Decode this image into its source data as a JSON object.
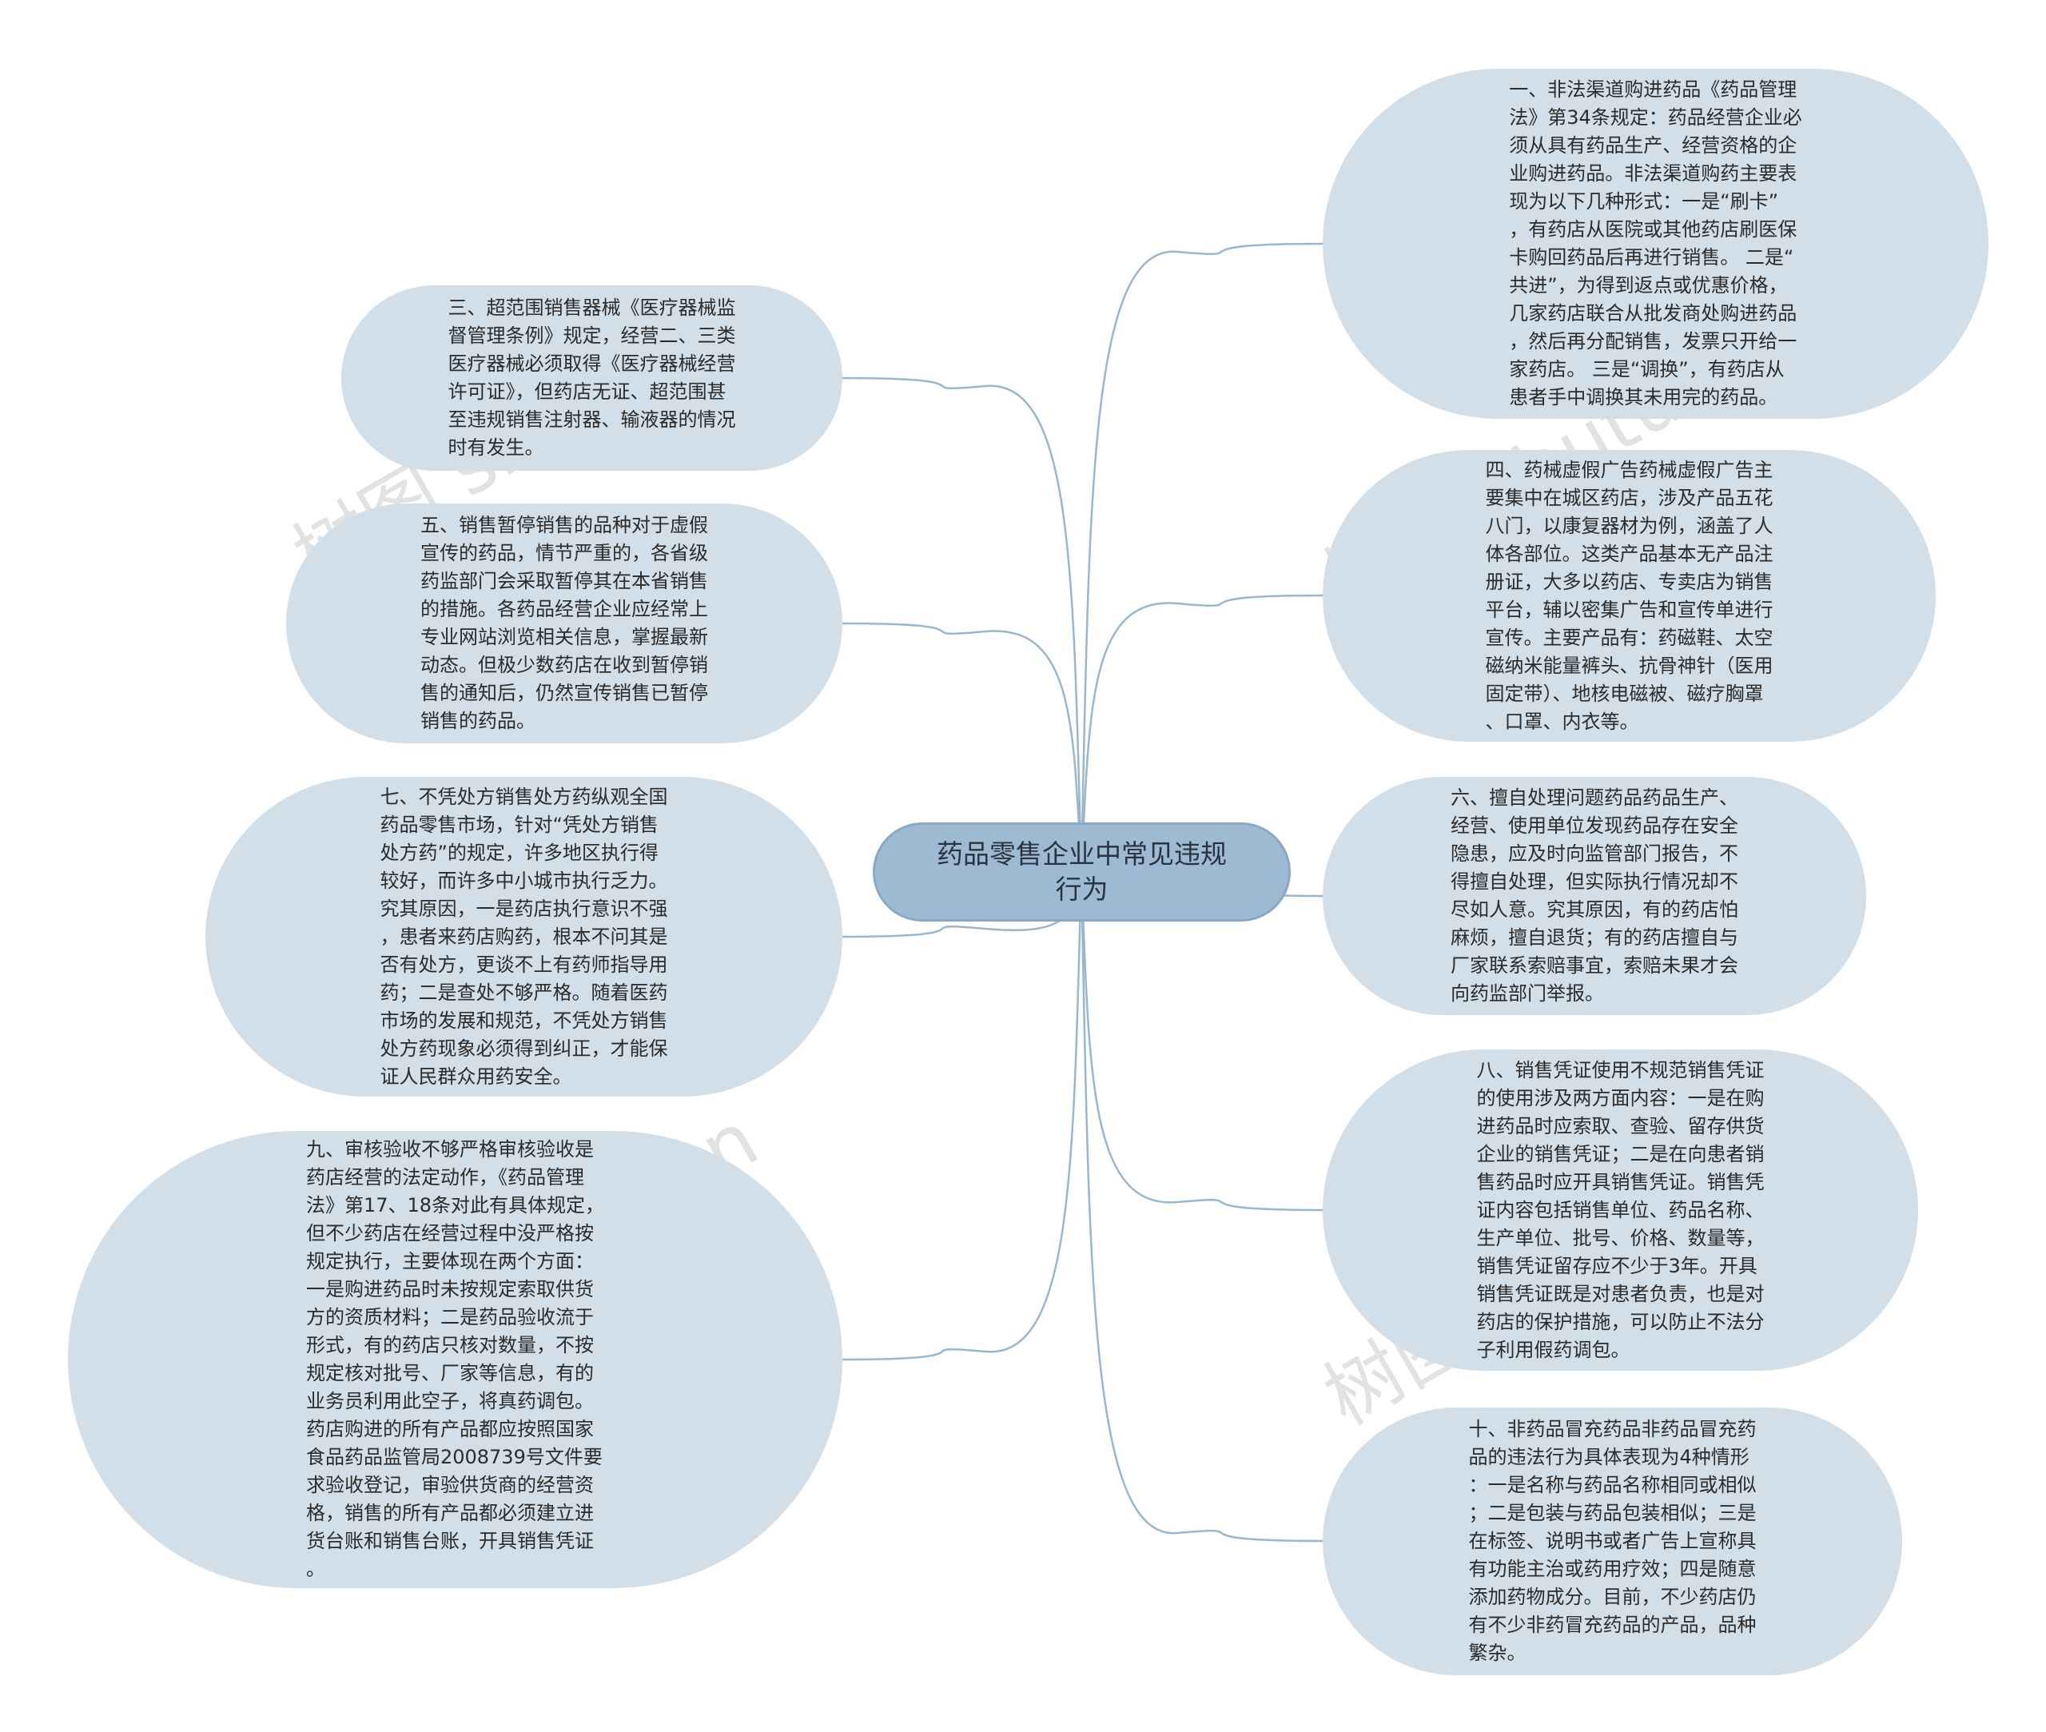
{
  "center": {
    "title": "药品零售企业中常见违规\n行为"
  },
  "nodes": [
    {
      "id": "n1",
      "text": "一、非法渠道购进药品《药品管理\n法》第34条规定：药品经营企业必\n须从具有药品生产、经营资格的企\n业购进药品。非法渠道购药主要表\n现为以下几种形式：一是“刷卡”\n，有药店从医院或其他药店刷医保\n卡购回药品后再进行销售。 二是“\n共进”，为得到返点或优惠价格，\n几家药店联合从批发商处购进药品\n，然后再分配销售，发票只开给一\n家药店。 三是“调换”，有药店从\n患者手中调换其未用完的药品。"
    },
    {
      "id": "n3",
      "text": "三、超范围销售器械《医疗器械监\n督管理条例》规定，经营二、三类\n医疗器械必须取得《医疗器械经营\n许可证》，但药店无证、超范围甚\n至违规销售注射器、输液器的情况\n时有发生。"
    },
    {
      "id": "n4",
      "text": "四、药械虚假广告药械虚假广告主\n要集中在城区药店，涉及产品五花\n八门，以康复器材为例，涵盖了人\n体各部位。这类产品基本无产品注\n册证，大多以药店、专卖店为销售\n平台，辅以密集广告和宣传单进行\n宣传。主要产品有：药磁鞋、太空\n磁纳米能量裤头、抗骨神针（医用\n固定带）、地核电磁被、磁疗胸罩\n、口罩、内衣等。"
    },
    {
      "id": "n5",
      "text": "五、销售暂停销售的品种对于虚假\n宣传的药品，情节严重的，各省级\n药监部门会采取暂停其在本省销售\n的措施。各药品经营企业应经常上\n专业网站浏览相关信息，掌握最新\n动态。但极少数药店在收到暂停销\n售的通知后，仍然宣传销售已暂停\n销售的药品。"
    },
    {
      "id": "n6",
      "text": "六、擅自处理问题药品药品生产、\n经营、使用单位发现药品存在安全\n隐患，应及时向监管部门报告，不\n得擅自处理，但实际执行情况却不\n尽如人意。究其原因，有的药店怕\n麻烦，擅自退货；有的药店擅自与\n厂家联系索赔事宜，索赔未果才会\n向药监部门举报。"
    },
    {
      "id": "n7",
      "text": "七、不凭处方销售处方药纵观全国\n药品零售市场，针对“凭处方销售\n处方药”的规定，许多地区执行得\n较好，而许多中小城市执行乏力。\n究其原因，一是药店执行意识不强\n，患者来药店购药，根本不问其是\n否有处方，更谈不上有药师指导用\n药；二是查处不够严格。随着医药\n市场的发展和规范，不凭处方销售\n处方药现象必须得到纠正，才能保\n证人民群众用药安全。"
    },
    {
      "id": "n8",
      "text": "八、销售凭证使用不规范销售凭证\n的使用涉及两方面内容：一是在购\n进药品时应索取、查验、留存供货\n企业的销售凭证；二是在向患者销\n售药品时应开具销售凭证。销售凭\n证内容包括销售单位、药品名称、\n生产单位、批号、价格、数量等，\n销售凭证留存应不少于3年。开具\n销售凭证既是对患者负责，也是对\n药店的保护措施，可以防止不法分\n子利用假药调包。"
    },
    {
      "id": "n9",
      "text": "九、审核验收不够严格审核验收是\n药店经营的法定动作，《药品管理\n法》第17、18条对此有具体规定，\n但不少药店在经营过程中没严格按\n规定执行，主要体现在两个方面：\n一是购进药品时未按规定索取供货\n方的资质材料；二是药品验收流于\n形式，有的药店只核对数量，不按\n规定核对批号、厂家等信息，有的\n业务员利用此空子，将真药调包。\n药店购进的所有产品都应按照国家\n食品药品监管局2008739号文件要\n求验收登记，审验供货商的经营资\n格，销售的所有产品都必须建立进\n货台账和销售台账，开具销售凭证\n。"
    },
    {
      "id": "n10",
      "text": "十、非药品冒充药品非药品冒充药\n品的违法行为具体表现为4种情形\n：一是名称与药品名称相同或相似\n；二是包装与药品包装相似；三是\n在标签、说明书或者广告上宣称具\n有功能主治或药用疗效；四是随意\n添加药物成分。目前，不少药店仍\n有不少非药冒充药品的产品，品种\n繁杂。"
    }
  ],
  "watermarks": [
    "树图 shutu.cn",
    "树图 shutu.cn",
    "树图 shutu.cn",
    "树图 shutu.cn"
  ],
  "colors": {
    "node_fill": "#d2dfe8",
    "center_fill": "#9ebad3",
    "link": "#9ab6cd"
  }
}
